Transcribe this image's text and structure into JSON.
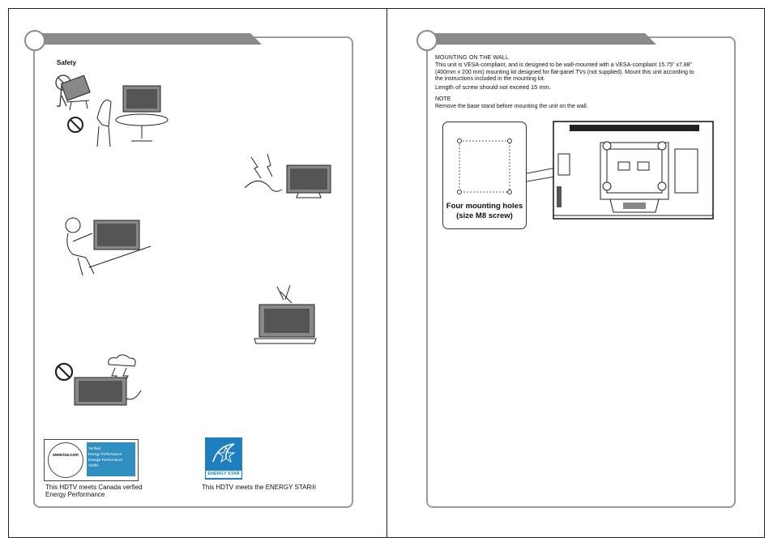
{
  "left_page": {
    "heading": "Safety",
    "tuv_logo_text": "www.tuv.com",
    "tuv_badge_lines": [
      "Verified",
      "Energy Performance",
      "Energie Performance",
      "Vérifié"
    ],
    "tuv_caption_line1": "This  HDTV  meets  Canada  verfied",
    "tuv_caption_line2": "Energy  Performance",
    "energy_star_logo_text": "ENERGY STAR",
    "energy_star_caption": "This HDTV meets the ENERGY STAR®"
  },
  "right_page": {
    "section_title": "MOUNTING ON THE WALL",
    "body_lines": [
      "This unit is VESA-compliant, and is designed to be wall-mounted with a VESA-compliant 15.75\" x7.88\"",
      "(400mm x 200 mm) mounting kit designed for flat-panel TVs (not supplied). Mount this unit according to",
      "the instructions included in the mounting kit."
    ],
    "screw_note": "Length of screw should not exceed 15  mm.",
    "note_title": "NOTE",
    "note_text": "Remove the base stand before mounting the unit on the wall.",
    "callout_line1": "Four mounting holes",
    "callout_line2": "(size M8 screw)"
  },
  "colors": {
    "header_bar": "#8a8a8a",
    "panel_border": "#9a9a9a",
    "tuv_badge": "#2e8fc0",
    "energy_star": "#1d7fc0"
  }
}
